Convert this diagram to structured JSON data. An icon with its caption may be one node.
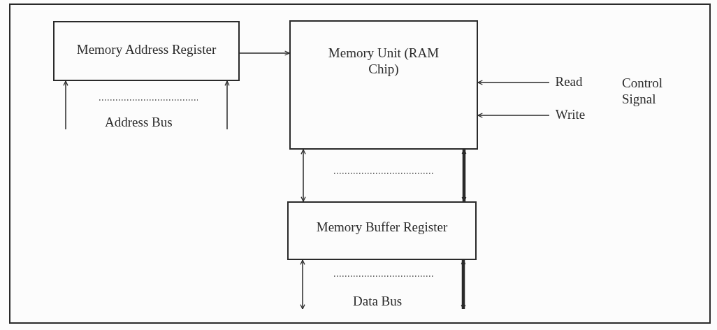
{
  "diagram": {
    "nodes": [
      {
        "text": [
          "Memory Address Register"
        ]
      },
      {
        "text": [
          "Memory Unit (RAM Chip)"
        ]
      },
      {
        "text": [
          "Memory Buffer Register"
        ]
      },
      {
        "text": [
          "Read"
        ]
      },
      {
        "text": [
          "Write"
        ]
      }
    ],
    "edges": [
      {
        "from": 0,
        "to": 1,
        "arrow": "to"
      },
      {
        "from": null,
        "to": 0,
        "arrow": "to"
      },
      {
        "from": null,
        "to": 0,
        "arrow": "to"
      },
      {
        "from": 3,
        "to": 1,
        "arrow": "to"
      },
      {
        "from": 4,
        "to": 1,
        "arrow": "to"
      },
      {
        "from": 1,
        "to": 2,
        "arrow": "both"
      },
      {
        "from": 1,
        "to": 2,
        "arrow": "both",
        "style": "thick"
      },
      {
        "from": 2,
        "to": null,
        "arrow": "both"
      },
      {
        "from": 2,
        "to": null,
        "arrow": "both",
        "style": "thick"
      }
    ],
    "labels": [
      "Address Bus",
      "Control Signal",
      "Data Bus"
    ]
  }
}
